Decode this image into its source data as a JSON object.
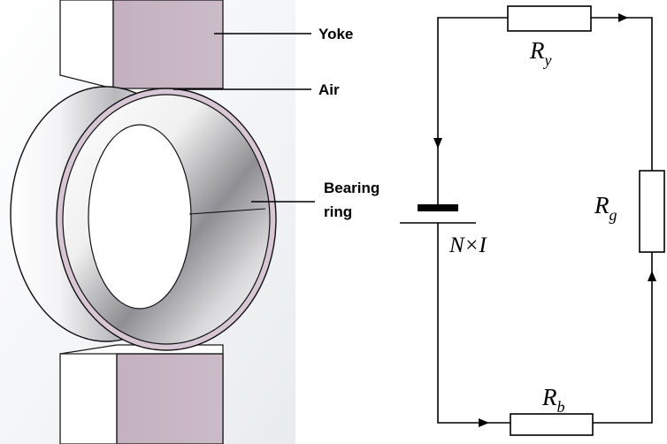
{
  "illustration": {
    "labels": {
      "yoke": "Yoke",
      "air": "Air",
      "bearing_ring_line1": "Bearing",
      "bearing_ring_line2": "ring"
    }
  },
  "circuit": {
    "ry": {
      "symbol": "R",
      "subscript": "y"
    },
    "rg": {
      "symbol": "R",
      "subscript": "g"
    },
    "rb": {
      "symbol": "R",
      "subscript": "b"
    },
    "source": {
      "label": "N×I"
    }
  },
  "colors": {
    "yoke_face": "#C7B5C2",
    "ring_rim": "#D7C6D4",
    "background": "#F2F3F5"
  }
}
